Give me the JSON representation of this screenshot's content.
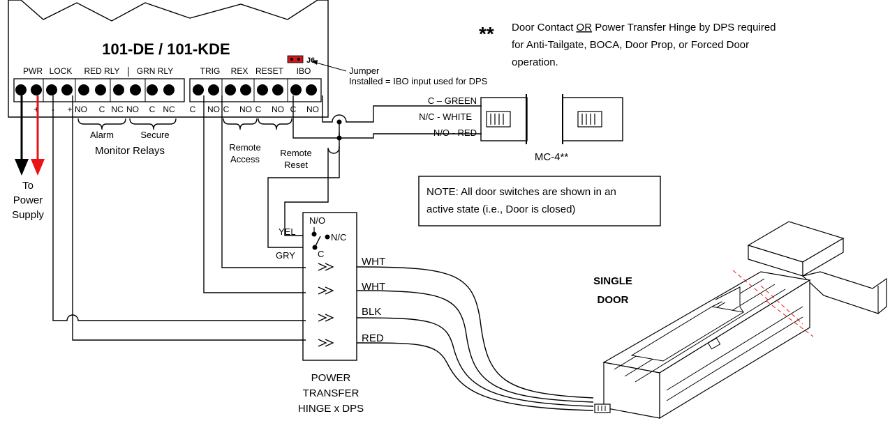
{
  "controller": {
    "title": "101-DE / 101-KDE",
    "jumper_id": "J6",
    "terminal_groups": [
      "PWR",
      "LOCK",
      "RED RLY",
      "GRN RLY",
      "TRIG",
      "REX",
      "RESET",
      "IBO"
    ],
    "left_pin_labels": [
      "+",
      "-",
      "+",
      "NO",
      "C",
      "NC",
      "NO",
      "C",
      "NC"
    ],
    "right_pin_labels": [
      "C",
      "NO",
      "C",
      "NO",
      "C",
      "NO",
      "C",
      "NO"
    ],
    "alarm_label": "Alarm",
    "secure_label": "Secure",
    "monitor_relays_label": "Monitor Relays",
    "remote_access_label": [
      "Remote",
      "Access"
    ],
    "remote_reset_label": [
      "Remote",
      "Reset"
    ]
  },
  "jumper_note": {
    "line1": "Jumper",
    "line2": "Installed = IBO input used for DPS"
  },
  "power_supply_label": [
    "To",
    "Power",
    "Supply"
  ],
  "dps_note": {
    "marker": "**",
    "line1_before": "Door Contact ",
    "line1_emph": "OR",
    "line1_after": " Power Transfer Hinge by DPS required",
    "line2": "for Anti-Tailgate, BOCA, Door Prop, or Forced Door",
    "line3": "operation."
  },
  "mc4": {
    "wire_labels": [
      "C – GREEN",
      "N/C - WHITE",
      "N/O - RED"
    ],
    "label": "MC-4**"
  },
  "note_box": {
    "line1": "NOTE:  All door switches are shown in an",
    "line2": "active state (i.e., Door is closed)"
  },
  "hinge": {
    "switch_no": "N/O",
    "switch_nc": "N/C",
    "switch_c": "C",
    "yel": "YEL",
    "gry": "GRY",
    "wires": [
      "WHT",
      "WHT",
      "BLK",
      "RED"
    ],
    "caption": [
      "POWER",
      "TRANSFER",
      "HINGE x DPS"
    ]
  },
  "door_label": [
    "SINGLE",
    "DOOR"
  ],
  "colors": {
    "wire": "#000000",
    "power_positive": "#e8141a",
    "jumper": "#d0181c"
  }
}
